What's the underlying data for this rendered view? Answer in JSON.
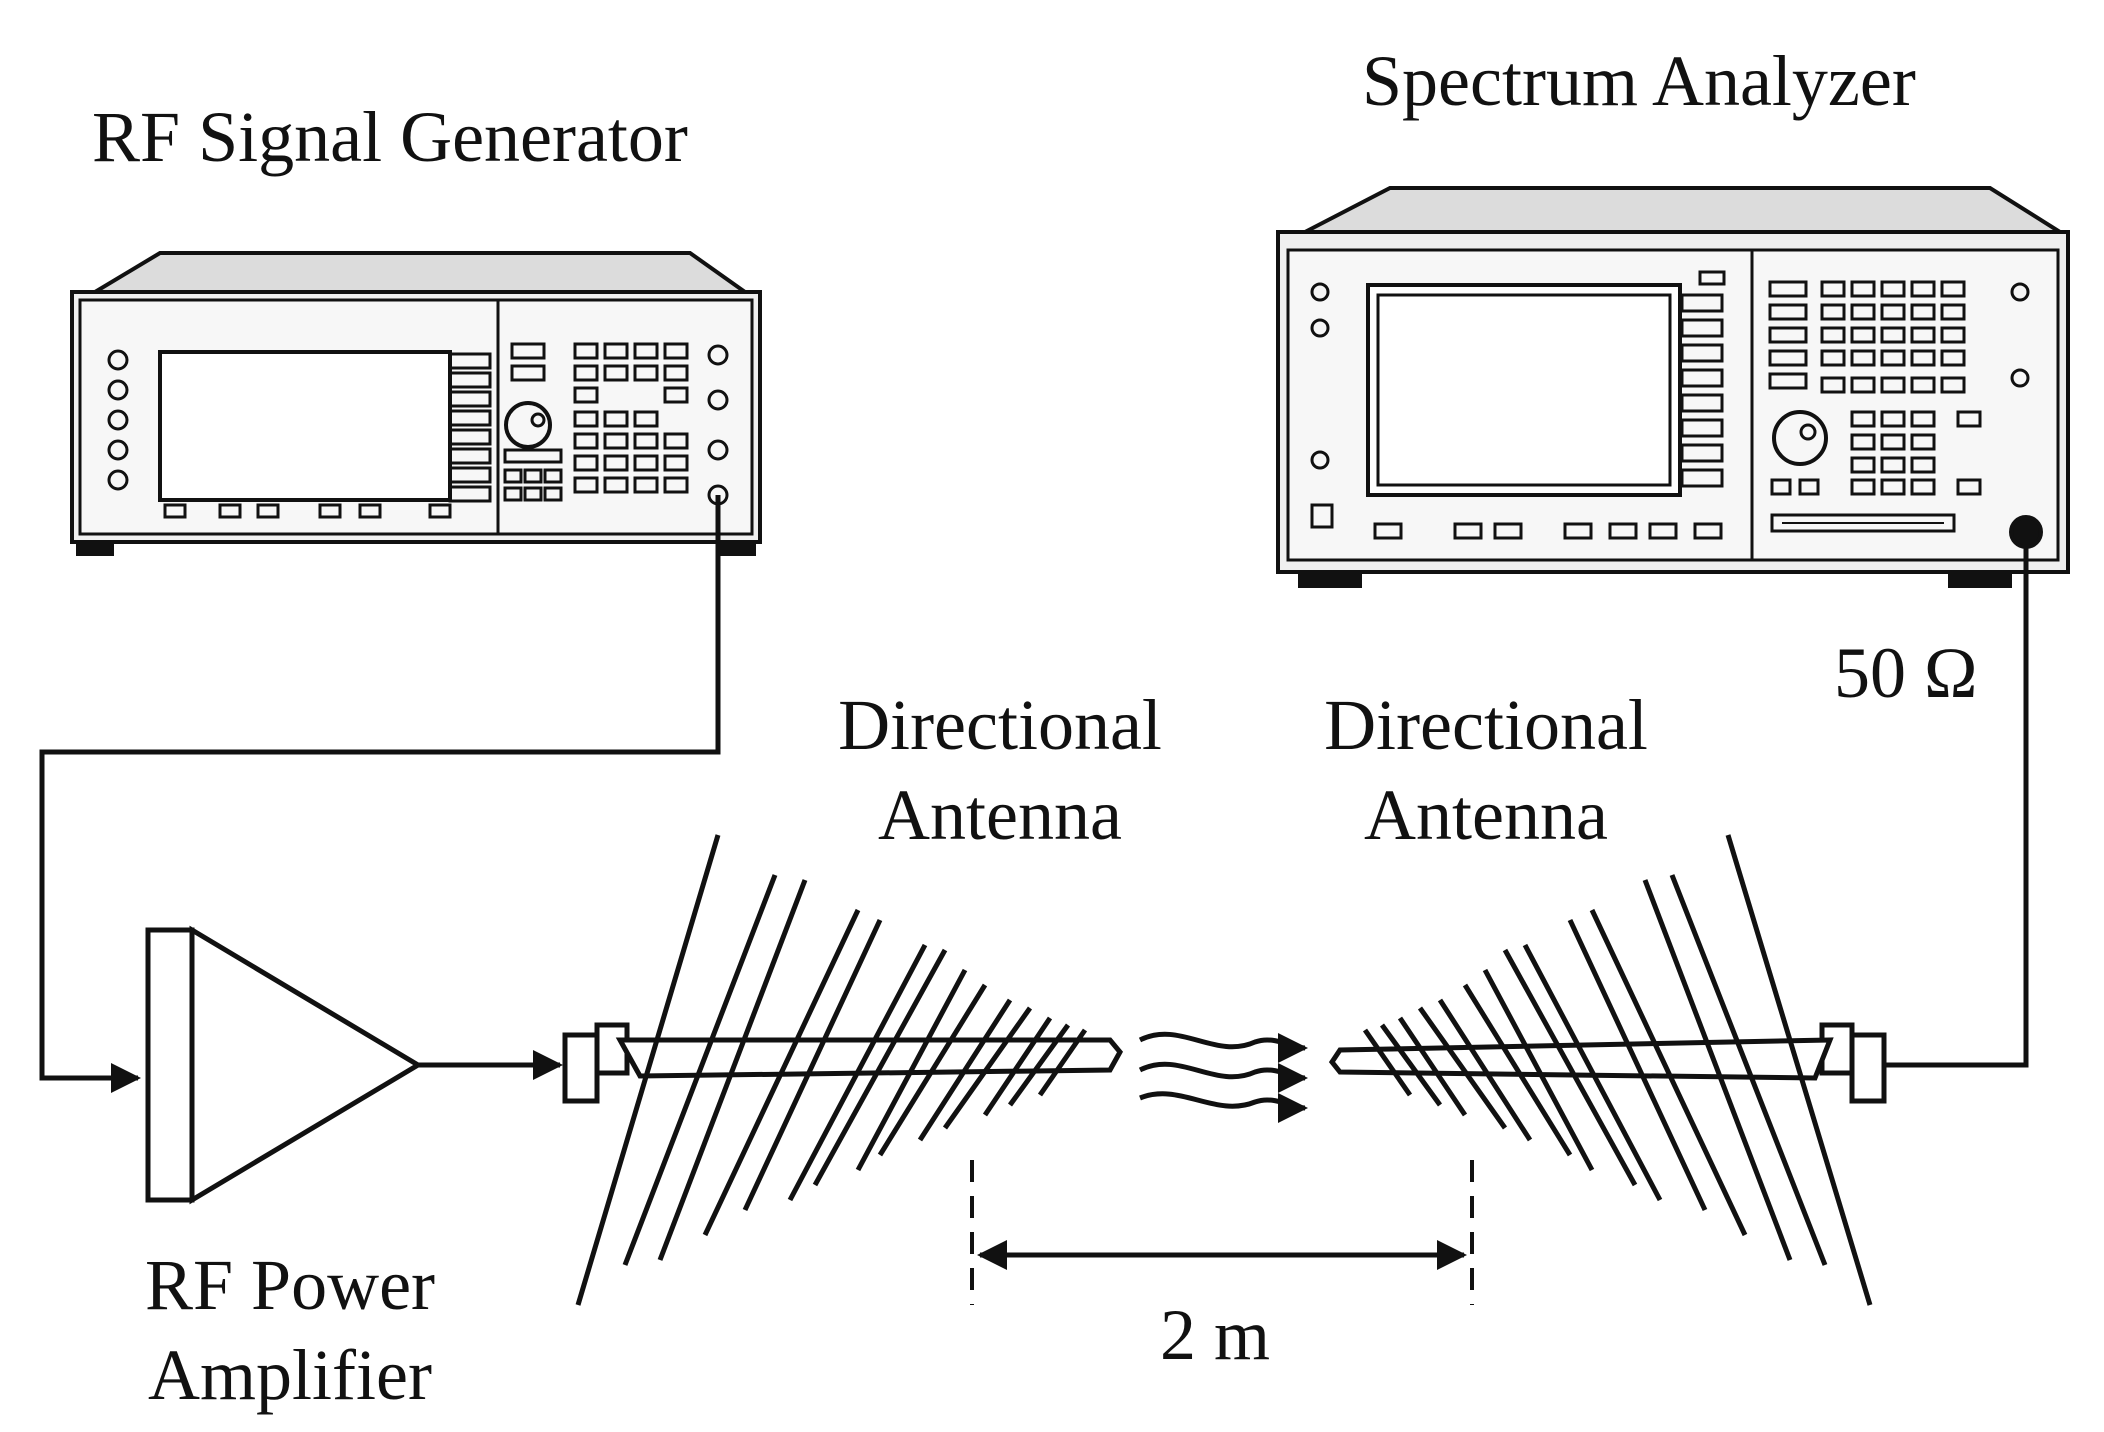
{
  "labels": {
    "signal_generator": "RF Signal Generator",
    "spectrum_analyzer": "Spectrum Analyzer",
    "antenna_tx_line1": "Directional",
    "antenna_tx_line2": "Antenna",
    "antenna_rx_line1": "Directional",
    "antenna_rx_line2": "Antenna",
    "amplifier_line1": "RF Power",
    "amplifier_line2": "Amplifier",
    "impedance": "50 Ω",
    "distance": "2 m"
  },
  "colors": {
    "ink": "#111111",
    "device_face": "#f2f2f2",
    "device_top": "#dcdcdc",
    "screen": "#ffffff"
  }
}
